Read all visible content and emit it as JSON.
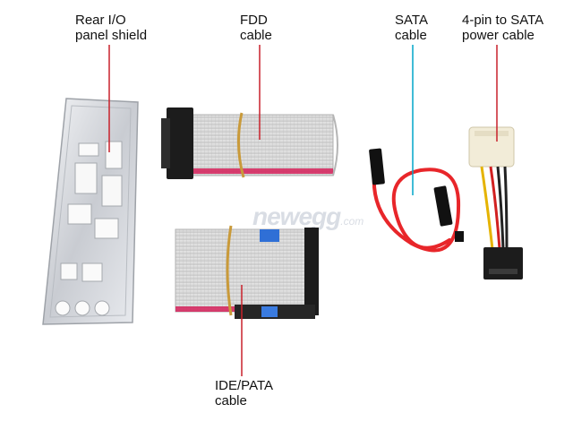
{
  "labels": {
    "rear_io": [
      "Rear I/O",
      "panel shield"
    ],
    "fdd": [
      "FDD",
      "cable"
    ],
    "sata": [
      "SATA",
      "cable"
    ],
    "power": [
      "4-pin to SATA",
      "power cable"
    ],
    "ide": [
      "IDE/PATA",
      "cable"
    ]
  },
  "watermark": {
    "text": "newegg",
    "suffix": ".com"
  },
  "colors": {
    "leader_red": "#c8202a",
    "leader_cyan": "#00a6c8",
    "ribbon_gray": "#d7d7d7",
    "ribbon_stripe": "#d6215b",
    "sata_red": "#e8262a",
    "connector_black": "#1c1c1c",
    "molex_body": "#f2ecd8",
    "wire_yellow": "#e5b300",
    "wire_red": "#d12020",
    "wire_black": "#222222"
  }
}
